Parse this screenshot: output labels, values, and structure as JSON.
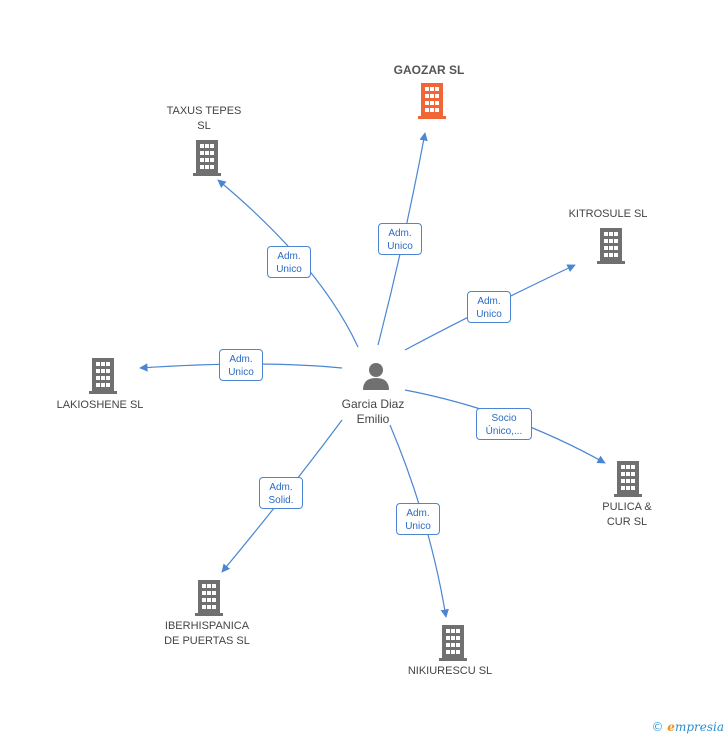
{
  "center": {
    "name": "Garcia Diaz\nEmilio",
    "icon": "person-icon"
  },
  "companies": [
    {
      "id": "gaozar",
      "name": "GAOZAR SL",
      "highlight": true,
      "icon": "building-icon"
    },
    {
      "id": "taxus",
      "name": "TAXUS TEPES\nSL",
      "icon": "building-icon"
    },
    {
      "id": "kitrosule",
      "name": "KITROSULE SL",
      "icon": "building-icon"
    },
    {
      "id": "lakioshene",
      "name": "LAKIOSHENE SL",
      "icon": "building-icon"
    },
    {
      "id": "pulica",
      "name": "PULICA &\nCUR SL",
      "icon": "building-icon"
    },
    {
      "id": "iberhispanica",
      "name": "IBERHISPANICA\nDE PUERTAS  SL",
      "icon": "building-icon"
    },
    {
      "id": "nikiurescu",
      "name": "NIKIURESCU SL",
      "icon": "building-icon"
    }
  ],
  "relations": [
    {
      "to": "gaozar",
      "label": "Adm.\nUnico"
    },
    {
      "to": "taxus",
      "label": "Adm.\nUnico"
    },
    {
      "to": "kitrosule",
      "label": "Adm.\nUnico"
    },
    {
      "to": "lakioshene",
      "label": "Adm.\nUnico"
    },
    {
      "to": "pulica",
      "label": "Socio\nÚnico,..."
    },
    {
      "to": "iberhispanica",
      "label": "Adm.\nSolid."
    },
    {
      "to": "nikiurescu",
      "label": "Adm.\nUnico"
    }
  ],
  "colors": {
    "edge": "#4a86d4",
    "building": "#707070",
    "building_highlight": "#f26535",
    "person": "#707070"
  },
  "footer": {
    "copyright": "©",
    "brand_initial": "e",
    "brand_rest": "mpresia"
  }
}
